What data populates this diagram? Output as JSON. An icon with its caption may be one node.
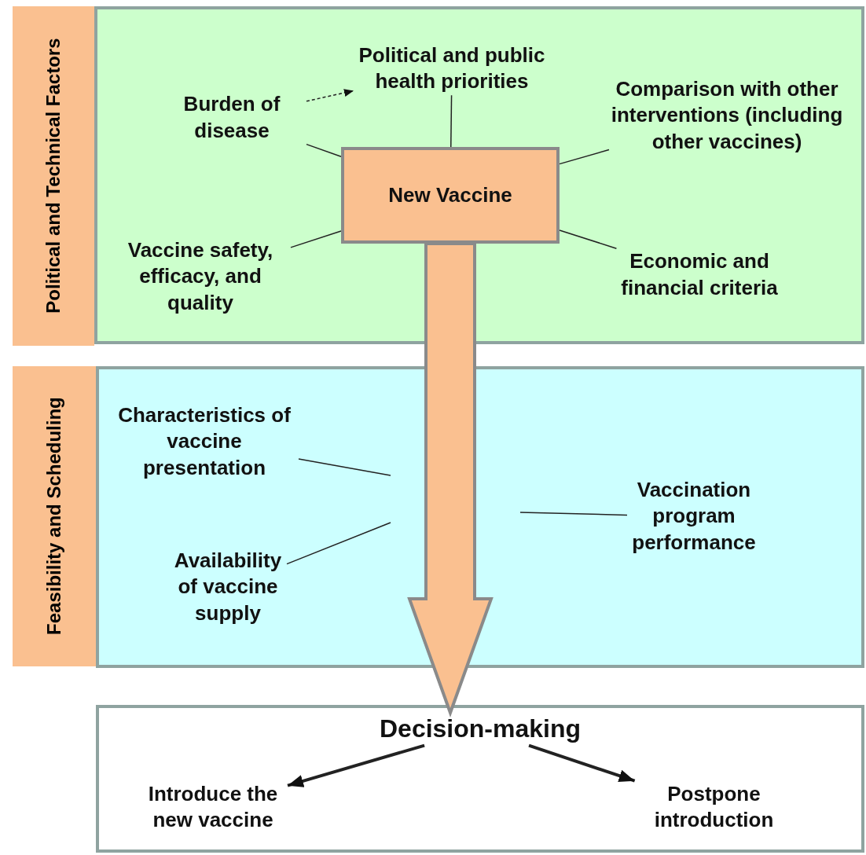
{
  "diagram": {
    "nodes": [
      {
        "text": [
          "Political and Technical Factors"
        ]
      },
      {
        "text": [],
        "shape": "box"
      },
      {
        "text": [
          "Burden of disease"
        ],
        "in": 1
      },
      {
        "text": [
          "Political and public health priorities"
        ],
        "in": 1
      },
      {
        "text": [
          "Comparison with other interventions (including other vaccines)"
        ],
        "in": 1
      },
      {
        "text": [
          "New Vaccine"
        ],
        "in": 1
      },
      {
        "text": [
          "Vaccine safety, efficacy, and quality"
        ],
        "in": 1
      },
      {
        "text": [
          "Economic and financial criteria"
        ],
        "in": 1
      },
      {
        "text": [
          "Feasibility and Scheduling"
        ]
      },
      {
        "text": [],
        "shape": "box"
      },
      {
        "text": [
          "Characteristics of vaccine presentation"
        ],
        "in": 9
      },
      {
        "text": [
          "Availability of vaccine supply"
        ],
        "in": 9
      },
      {
        "text": [
          "Vaccination program performance"
        ],
        "in": 9
      },
      {
        "text": [
          "Decision-making"
        ]
      },
      {
        "text": [
          "Introduce the new vaccine"
        ],
        "in": 13
      },
      {
        "text": [
          "Postpone introduction"
        ],
        "in": 13
      }
    ],
    "edges": [
      {
        "from": 2,
        "to": 3,
        "arrow": "to",
        "style": "dashed"
      },
      {
        "from": 2,
        "to": 5,
        "arrow": "none"
      },
      {
        "from": 3,
        "to": 5,
        "arrow": "none"
      },
      {
        "from": 4,
        "to": 5,
        "arrow": "none"
      },
      {
        "from": 6,
        "to": 5,
        "arrow": "none"
      },
      {
        "from": 7,
        "to": 5,
        "arrow": "none"
      },
      {
        "from": 10,
        "to": null,
        "arrow": "none"
      },
      {
        "from": 11,
        "to": null,
        "arrow": "none"
      },
      {
        "from": 12,
        "to": null,
        "arrow": "none"
      },
      {
        "from": 5,
        "to": 13,
        "arrow": "to",
        "style": "thick",
        "color": "#fac090"
      },
      {
        "from": 13,
        "to": 14,
        "arrow": "to",
        "style": "thick"
      },
      {
        "from": 13,
        "to": 15,
        "arrow": "to",
        "style": "thick"
      }
    ]
  }
}
